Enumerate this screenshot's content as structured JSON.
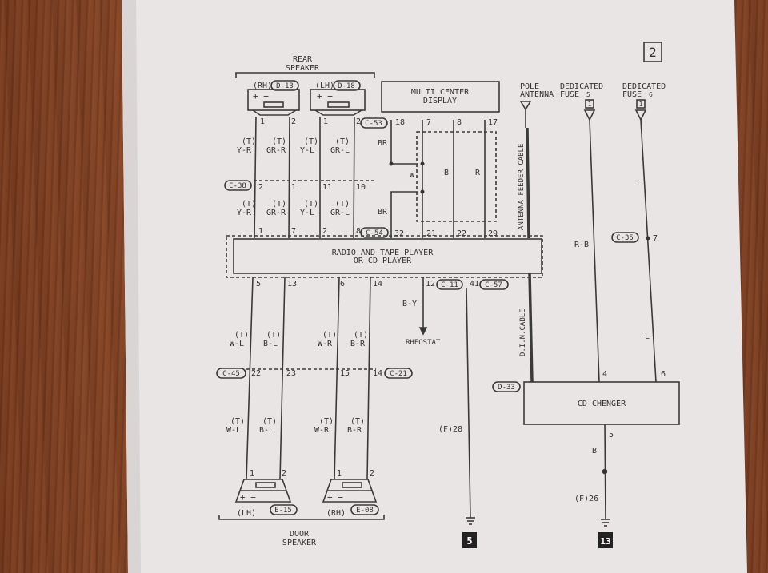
{
  "page": {
    "number": "2"
  },
  "rear": {
    "title1": "REAR",
    "title2": "SPEAKER",
    "rh": "(RH)",
    "rh_conn": "D-13",
    "lh": "(LH)",
    "lh_conn": "D-18"
  },
  "mcd": {
    "line1": "MULTI CENTER",
    "line2": "DISPLAY"
  },
  "pole": {
    "line1": "POLE",
    "line2": "ANTENNA"
  },
  "fuse5": {
    "line1": "DEDICATED",
    "line2": "FUSE",
    "num": "5",
    "box": "1"
  },
  "fuse6": {
    "line1": "DEDICATED",
    "line2": "FUSE",
    "num": "6",
    "box": "1"
  },
  "connectors": {
    "c53": "C-53",
    "c38": "C-38",
    "c54": "C-54",
    "c11": "C-11",
    "c57": "C-57",
    "c35": "C-35",
    "c45": "C-45",
    "c21": "C-21",
    "d33": "D-33"
  },
  "top_wires": [
    {
      "pin_top": "1",
      "t": "(T)",
      "color": "Y-R",
      "mid_top": "2",
      "t2": "(T)",
      "color2": "Y-R",
      "pin_bot": "1"
    },
    {
      "pin_top": "2",
      "t": "(T)",
      "color": "GR-R",
      "mid_top": "1",
      "t2": "(T)",
      "color2": "GR-R",
      "pin_bot": "7"
    },
    {
      "pin_top": "1",
      "t": "(T)",
      "color": "Y-L",
      "mid_top": "11",
      "t2": "(T)",
      "color2": "Y-L",
      "pin_bot": "2"
    },
    {
      "pin_top": "2",
      "t": "(T)",
      "color": "GR-L",
      "mid_top": "10",
      "t2": "(T)",
      "color2": "GR-L",
      "pin_bot": "8"
    }
  ],
  "mcd_pins": {
    "p18": "18",
    "p7": "7",
    "p8": "8",
    "p17": "17"
  },
  "mcd_wires": {
    "br1": "BR",
    "br2": "BR",
    "w": "W",
    "b": "B",
    "r": "R"
  },
  "radio_pins_top": {
    "p32": "32",
    "p21": "21",
    "p22": "22",
    "p29": "29"
  },
  "radio": {
    "line1": "RADIO AND TAPE PLAYER",
    "line2": "OR CD PLAYER"
  },
  "antenna": {
    "feeder": "ANTENNA FEEDER CABLE",
    "din": "D.I.N.CABLE"
  },
  "fuse_wires": {
    "rb": "R-B",
    "l1": "L",
    "pin7": "7",
    "l2": "L",
    "pin4": "4",
    "pin6": "6"
  },
  "radio_pins_bottom": {
    "p5": "5",
    "p13": "13",
    "p6": "6",
    "p14": "14",
    "p12": "12",
    "p41": "41"
  },
  "rheostat": {
    "wire": "B-Y",
    "label": "RHEOSTAT"
  },
  "door_wires": [
    {
      "t": "(T)",
      "color": "W-L",
      "mid": "22",
      "t2": "(T)",
      "color2": "W-L",
      "pin": "1"
    },
    {
      "t": "(T)",
      "color": "B-L",
      "mid": "23",
      "t2": "(T)",
      "color2": "B-L",
      "pin": "2"
    },
    {
      "t": "(T)",
      "color": "W-R",
      "mid": "15",
      "t2": "(T)",
      "color2": "W-R",
      "pin": "1"
    },
    {
      "t": "(T)",
      "color": "B-R",
      "mid": "14",
      "t2": "(T)",
      "color2": "B-R",
      "pin": "2"
    }
  ],
  "ground": {
    "f1": "(F)28",
    "b1": "5",
    "f2": "(F)26",
    "b2": "13"
  },
  "cd": {
    "label": "CD CHENGER",
    "pin5": "5",
    "wire": "B"
  },
  "door": {
    "title1": "DOOR",
    "title2": "SPEAKER",
    "lh": "(LH)",
    "lh_conn": "E-15",
    "rh": "(RH)",
    "rh_conn": "E-08"
  }
}
